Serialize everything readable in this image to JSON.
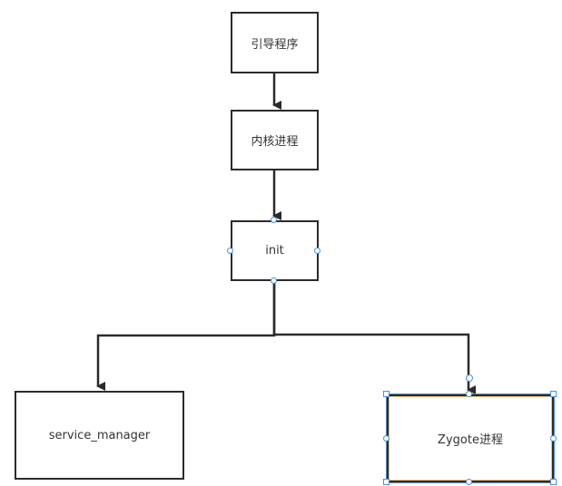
{
  "diagram": {
    "nodes": [
      {
        "id": "bootloader",
        "label": "引导程序"
      },
      {
        "id": "kernel",
        "label": "内核进程"
      },
      {
        "id": "init",
        "label": "init"
      },
      {
        "id": "service_manager",
        "label": "service_manager"
      },
      {
        "id": "zygote",
        "label": "Zygote进程"
      }
    ],
    "edges": [
      {
        "from": "bootloader",
        "to": "kernel"
      },
      {
        "from": "kernel",
        "to": "init"
      },
      {
        "from": "init",
        "to": "service_manager"
      },
      {
        "from": "init",
        "to": "zygote"
      }
    ],
    "selected_node": "zygote",
    "colors": {
      "stroke": "#2b2b2b",
      "handle": "#4a90d9",
      "selected_inner": "#f5c27a",
      "background": "#ffffff"
    }
  }
}
